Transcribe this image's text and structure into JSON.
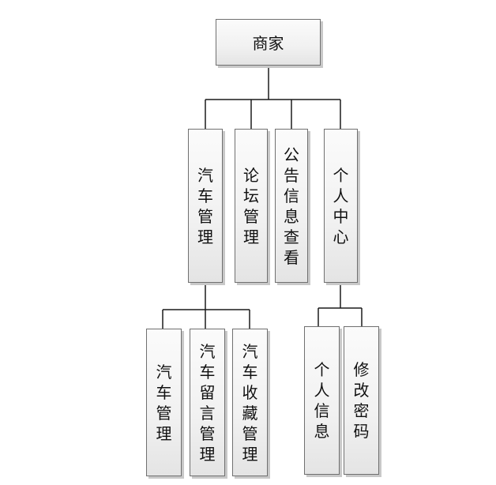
{
  "root": {
    "label": "商家"
  },
  "level1": [
    {
      "label": "汽车管理"
    },
    {
      "label": "论坛管理"
    },
    {
      "label": "公告信息查看"
    },
    {
      "label": "个人中心"
    }
  ],
  "car_children": [
    {
      "label": "汽车管理"
    },
    {
      "label": "汽车留言管理"
    },
    {
      "label": "汽车收藏管理"
    }
  ],
  "profile_children": [
    {
      "label": "个人信息"
    },
    {
      "label": "修改密码"
    }
  ],
  "colors": {
    "line": "#1a1a1a",
    "border": "#707070"
  }
}
